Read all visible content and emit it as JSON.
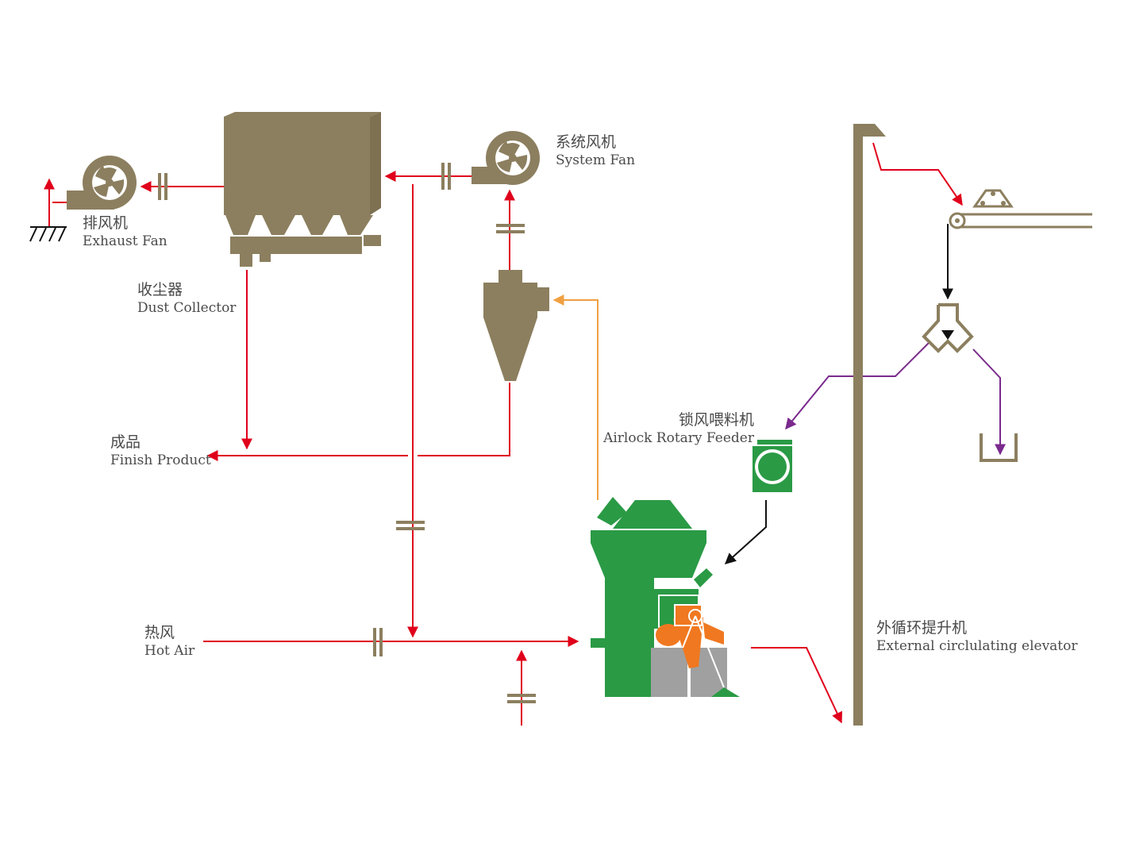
{
  "labels": {
    "exhaust_fan": {
      "zh": "排风机",
      "en": "Exhaust Fan"
    },
    "dust_collector": {
      "zh": "收尘器",
      "en": "Dust Collector"
    },
    "system_fan": {
      "zh": "系统风机",
      "en": "System Fan"
    },
    "finish_product": {
      "zh": "成品",
      "en": "Finish Product"
    },
    "airlock_feeder": {
      "zh": "锁风喂料机",
      "en": "Airlock Rotary Feeder"
    },
    "hot_air": {
      "zh": "热风",
      "en": "Hot Air"
    },
    "elevator": {
      "zh": "外循环提升机",
      "en": "External circlulating elevator"
    }
  },
  "colors": {
    "equipment": "#8c7f5f",
    "air_flow": "#e0001b",
    "feed_flow": "#7a2a8c",
    "powder_flow": "#f0a040",
    "mill_body": "#2a9a45",
    "mill_roller": "#f07820",
    "mill_casing": "#a0a0a0"
  }
}
